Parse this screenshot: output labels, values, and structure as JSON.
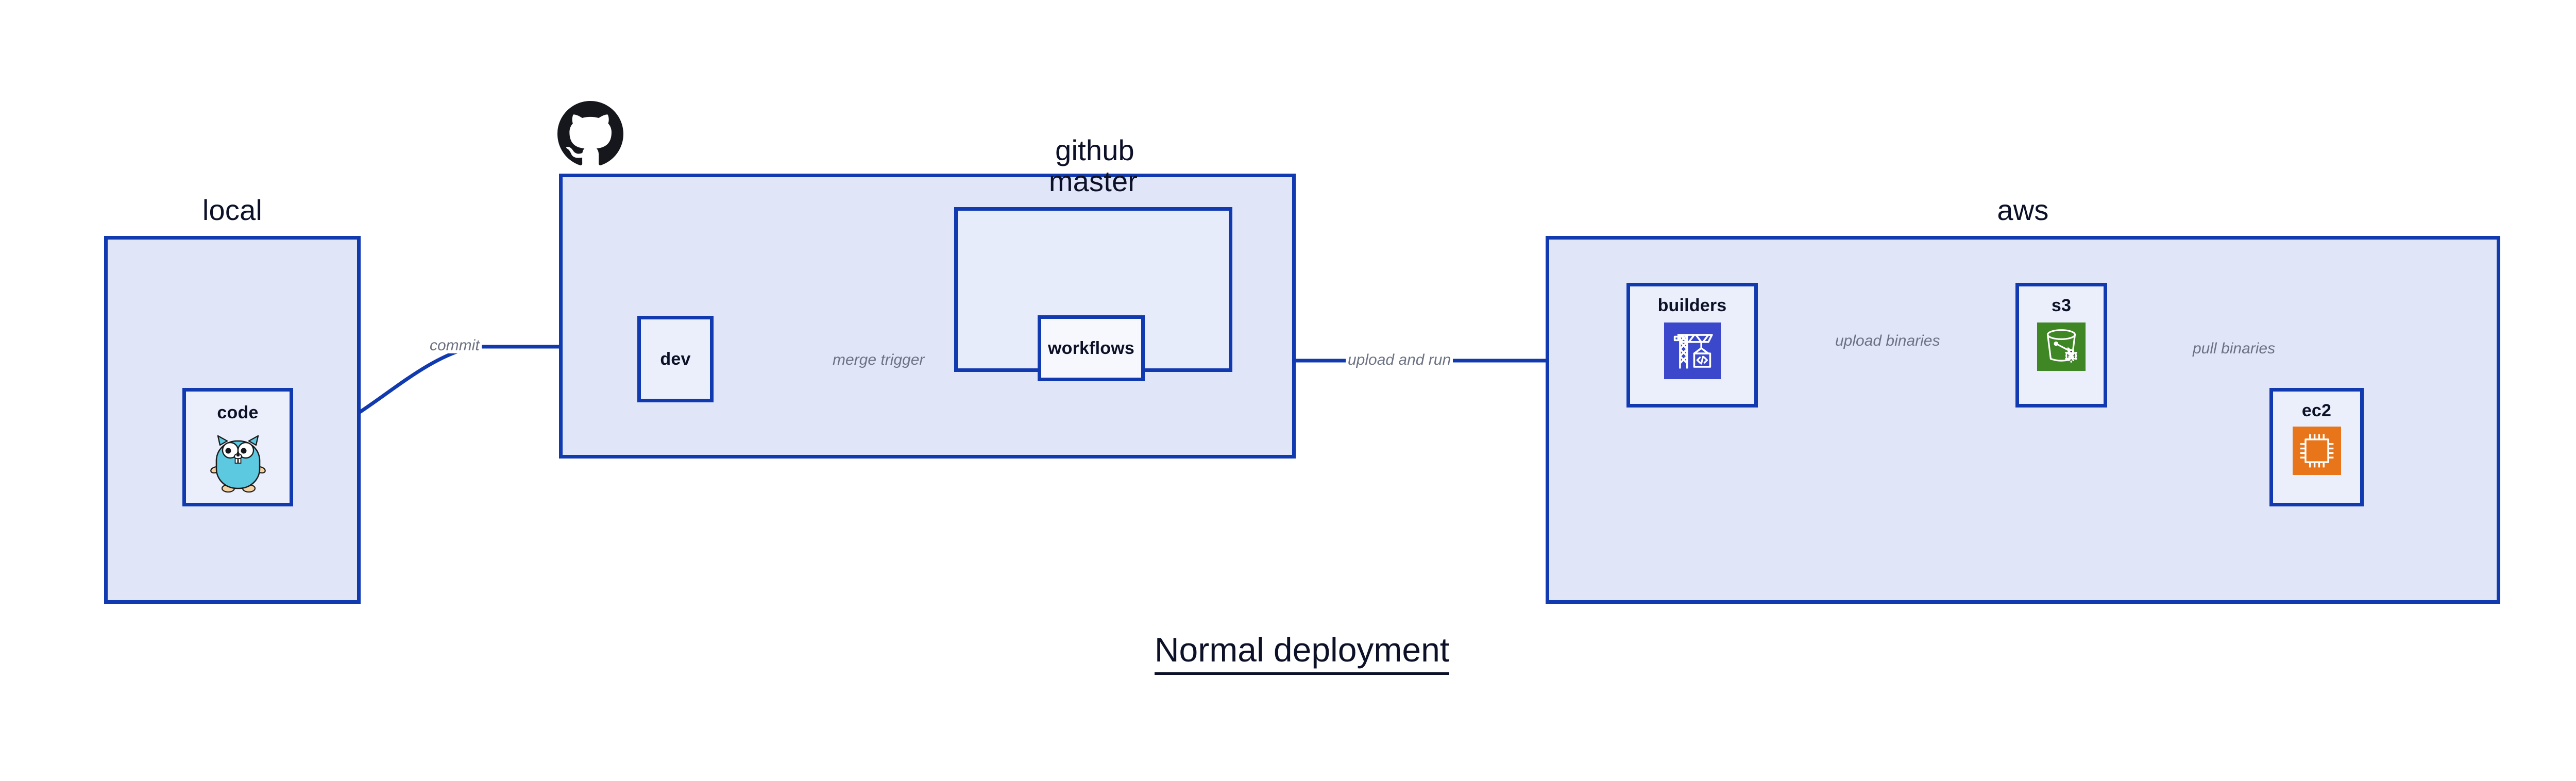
{
  "title": "Normal deployment",
  "colors": {
    "border": "#1139B0",
    "group_fill": "#E0E6F8",
    "subgroup_fill": "#E7ECFB",
    "node_fill": "#EAEFFB",
    "node_fill_light": "#F6F8FD",
    "edge_line": "#1139B0",
    "edge_label_text": "#6C7284",
    "title_text": "#0D1128",
    "codebuild_icon": "#3B48CC",
    "s3_icon": "#3F8624",
    "ec2_icon": "#E8751A",
    "gopher_body": "#5DC9E1",
    "github_logo": "#15171C"
  },
  "groups": [
    {
      "id": "local",
      "label": "local"
    },
    {
      "id": "github",
      "label": "github"
    },
    {
      "id": "aws",
      "label": "aws"
    }
  ],
  "subgroups": [
    {
      "id": "master",
      "label": "master",
      "parent": "github"
    }
  ],
  "nodes": [
    {
      "id": "code",
      "label": "code",
      "icon": "go-gopher-icon",
      "parent": "local"
    },
    {
      "id": "dev",
      "label": "dev",
      "icon": "none",
      "parent": "github"
    },
    {
      "id": "workflows",
      "label": "workflows",
      "icon": "none",
      "parent": "master"
    },
    {
      "id": "builders",
      "label": "builders",
      "icon": "aws-codebuild-icon",
      "parent": "aws"
    },
    {
      "id": "s3",
      "label": "s3",
      "icon": "aws-s3-glacier-icon",
      "parent": "aws"
    },
    {
      "id": "ec2",
      "label": "ec2",
      "icon": "aws-ec2-chip-icon",
      "parent": "aws"
    }
  ],
  "edges": [
    {
      "id": "commit",
      "label": "commit",
      "from": "code",
      "to": "dev"
    },
    {
      "id": "merge-trigger",
      "label": "merge trigger",
      "from": "dev",
      "to": "workflows"
    },
    {
      "id": "upload-and-run",
      "label": "upload and run",
      "from": "workflows",
      "to": "builders"
    },
    {
      "id": "upload-binaries",
      "label": "upload binaries",
      "from": "builders",
      "to": "s3"
    },
    {
      "id": "pull-binaries",
      "label": "pull binaries",
      "from": "s3",
      "to": "ec2"
    }
  ],
  "logos": [
    {
      "id": "github-octocat",
      "icon": "github-octocat-icon"
    }
  ]
}
